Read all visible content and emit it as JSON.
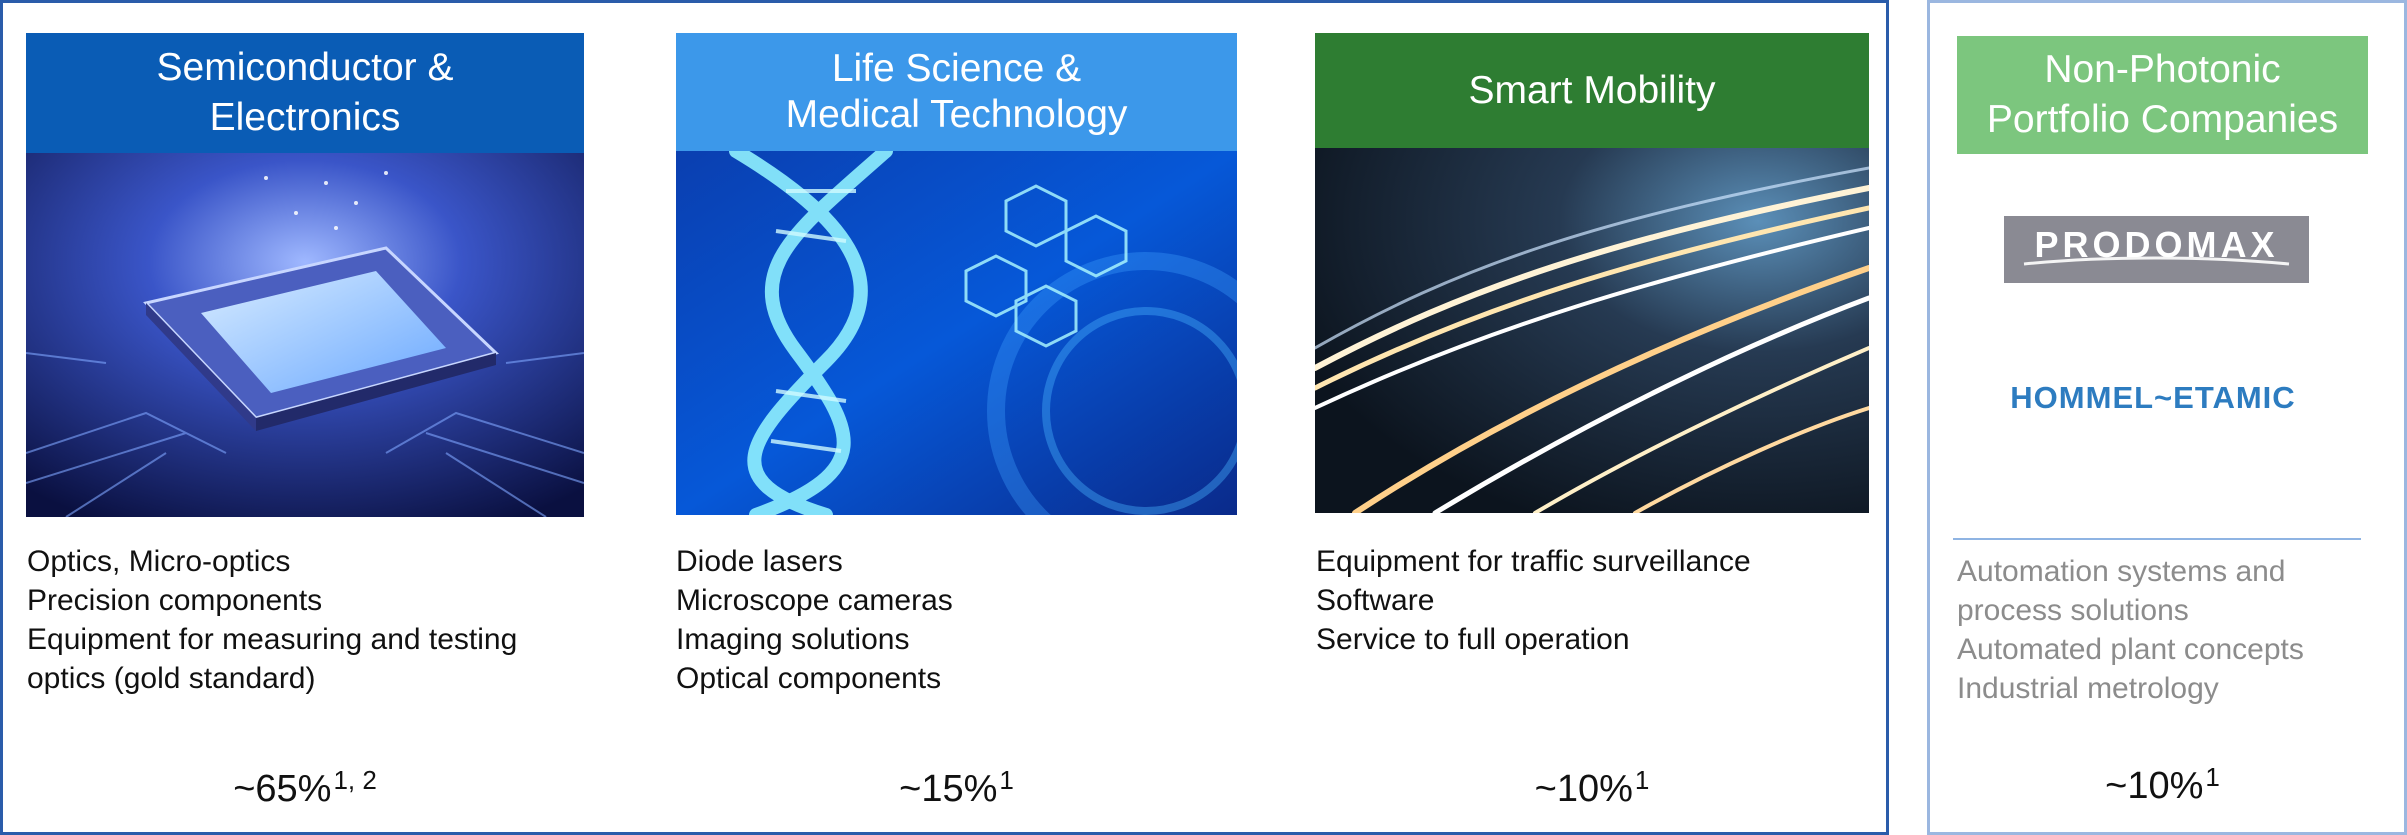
{
  "segments": [
    {
      "header": "Semiconductor &\nElectronics",
      "header_color": "#0a5cb5",
      "image_icon": "microchip-image",
      "items": [
        "Optics, Micro-optics",
        "Precision components",
        "Equipment for measuring and testing",
        "optics (gold standard)"
      ],
      "share": "~65%",
      "share_note": "1, 2"
    },
    {
      "header": "Life Science &\nMedical Technology",
      "header_color": "#3c98ea",
      "image_icon": "dna-helix-image",
      "items": [
        "Diode lasers",
        "Microscope cameras",
        "Imaging solutions",
        "Optical components"
      ],
      "share": "~15%",
      "share_note": "1"
    },
    {
      "header": "Smart Mobility",
      "header_color": "#2e7d32",
      "image_icon": "light-trails-road-image",
      "items": [
        "Equipment for traffic surveillance",
        "Software",
        "Service to full operation"
      ],
      "share": "~10%",
      "share_note": "1"
    }
  ],
  "non_photonic": {
    "header": "Non-Photonic\nPortfolio Companies",
    "header_color": "#7cc67e",
    "logos": [
      {
        "name": "PRODOMAX",
        "icon": "prodomax-logo"
      },
      {
        "name": "HOMMEL~ETAMIC",
        "icon": "hommel-etamic-logo"
      }
    ],
    "items": [
      "Automation systems and",
      "process solutions",
      "Automated plant concepts",
      "Industrial metrology"
    ],
    "share": "~10%",
    "share_note": "1"
  },
  "colors": {
    "frame_border": "#2a5caa",
    "muted_text": "#8c8c8c",
    "logo_gray": "#8a8a93",
    "logo_blue": "#2d7cc0"
  }
}
